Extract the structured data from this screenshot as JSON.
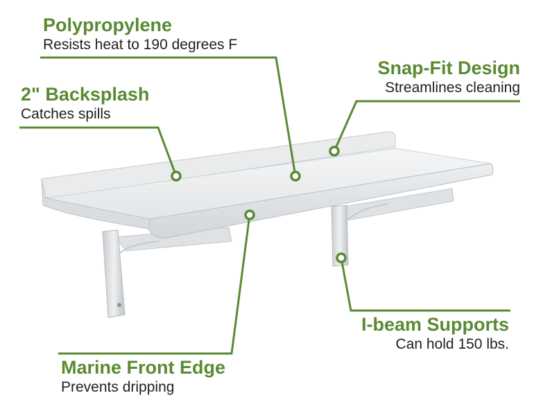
{
  "colors": {
    "accent": "#5a8a32",
    "text": "#1f1f1f",
    "product": "#eef0f1"
  },
  "callouts": {
    "polypropylene": {
      "title": "Polypropylene",
      "desc": "Resists heat to 190 degrees F"
    },
    "snap_fit": {
      "title": "Snap-Fit Design",
      "desc": "Streamlines cleaning"
    },
    "backsplash": {
      "title": "2\" Backsplash",
      "desc": "Catches spills"
    },
    "ibeam": {
      "title": "I-beam Supports",
      "desc": "Can hold 150 lbs."
    },
    "marine_edge": {
      "title": "Marine Front Edge",
      "desc": "Prevents dripping"
    }
  }
}
